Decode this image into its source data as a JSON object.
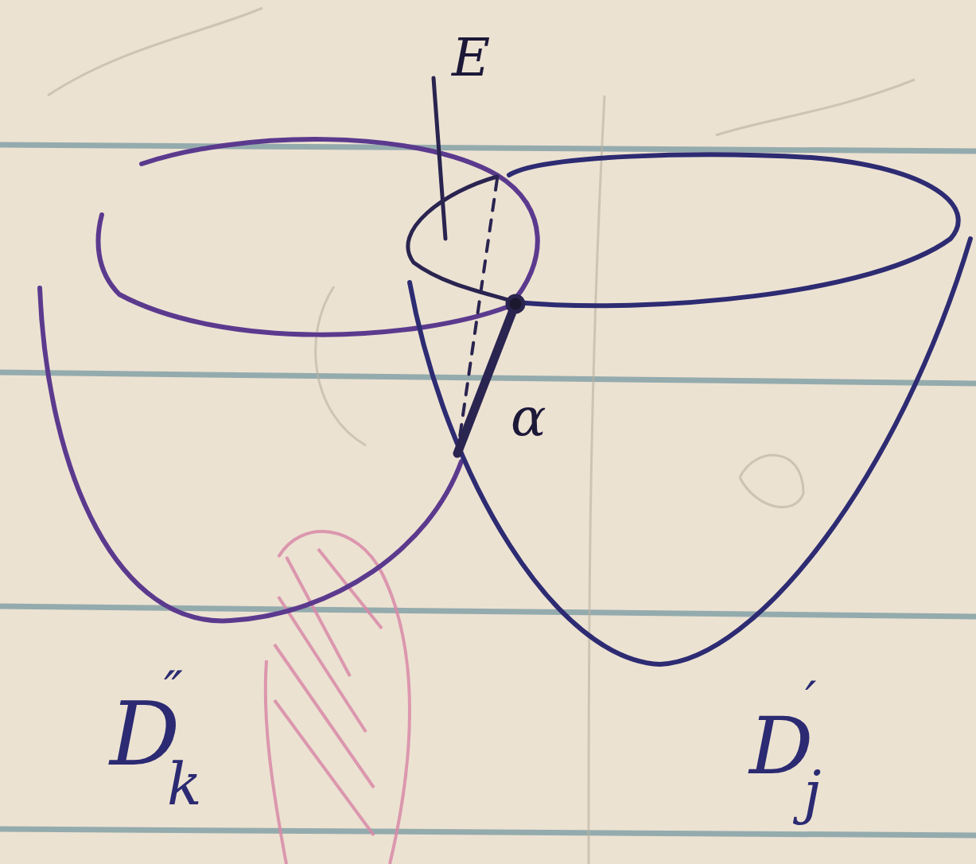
{
  "diagram": {
    "labels": [
      "E",
      "α",
      "D",
      "″",
      "k",
      "D",
      "′",
      "j"
    ]
  }
}
